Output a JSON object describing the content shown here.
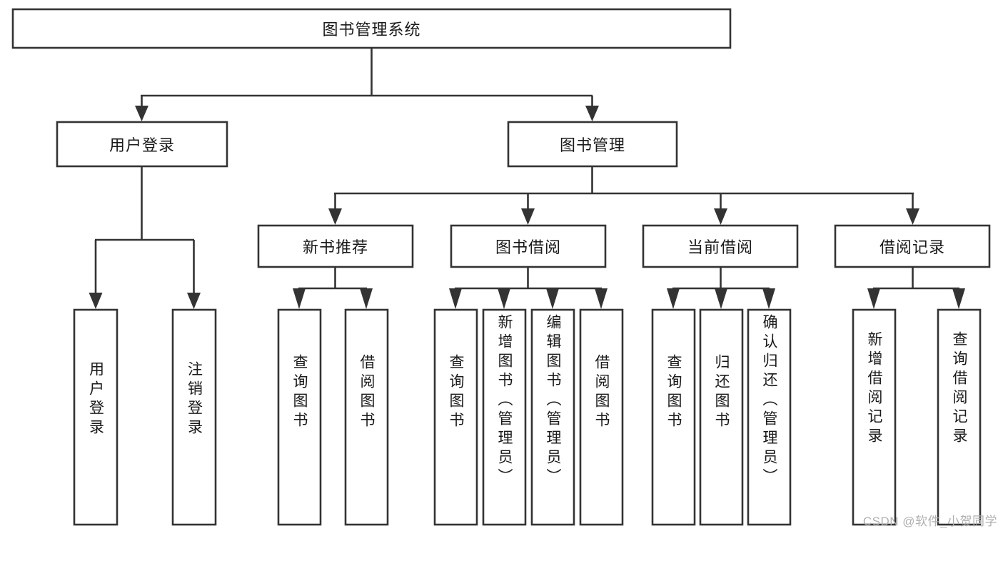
{
  "diagram": {
    "type": "tree-hierarchy",
    "title_node": {
      "label": "图书管理系统"
    },
    "level2": [
      {
        "label": "用户登录"
      },
      {
        "label": "图书管理"
      }
    ],
    "level3": [
      {
        "label": "新书推荐"
      },
      {
        "label": "图书借阅"
      },
      {
        "label": "当前借阅"
      },
      {
        "label": "借阅记录"
      }
    ],
    "leaves": {
      "user_login": [
        {
          "label": "用户登录"
        },
        {
          "label": "注销登录"
        }
      ],
      "new_book_recommend": [
        {
          "label": "查询图书"
        },
        {
          "label": "借阅图书"
        }
      ],
      "book_borrow": [
        {
          "label": "查询图书"
        },
        {
          "label": "新增图书（管理员）"
        },
        {
          "label": "编辑图书（管理员）"
        },
        {
          "label": "借阅图书"
        }
      ],
      "current_borrow": [
        {
          "label": "查询图书"
        },
        {
          "label": "归还图书"
        },
        {
          "label": "确认归还（管理员）"
        }
      ],
      "borrow_record": [
        {
          "label": "新增借阅记录"
        },
        {
          "label": "查询借阅记录"
        }
      ]
    }
  },
  "watermark": {
    "text": "CSDN @软件_小贺同学"
  },
  "colors": {
    "box_stroke": "#333333",
    "box_fill": "#ffffff",
    "text": "#1a1a1a",
    "watermark": "#b0b0b0",
    "background": "#ffffff"
  }
}
